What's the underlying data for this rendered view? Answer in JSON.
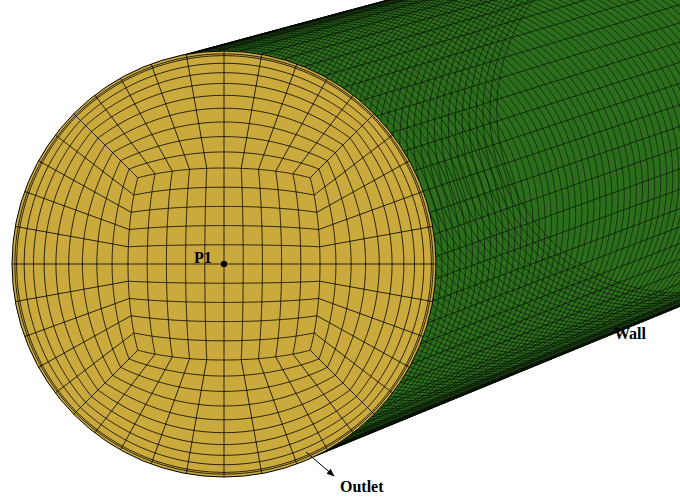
{
  "diagram": {
    "labels": [
      "P1",
      "Wall",
      "Outlet"
    ]
  }
}
